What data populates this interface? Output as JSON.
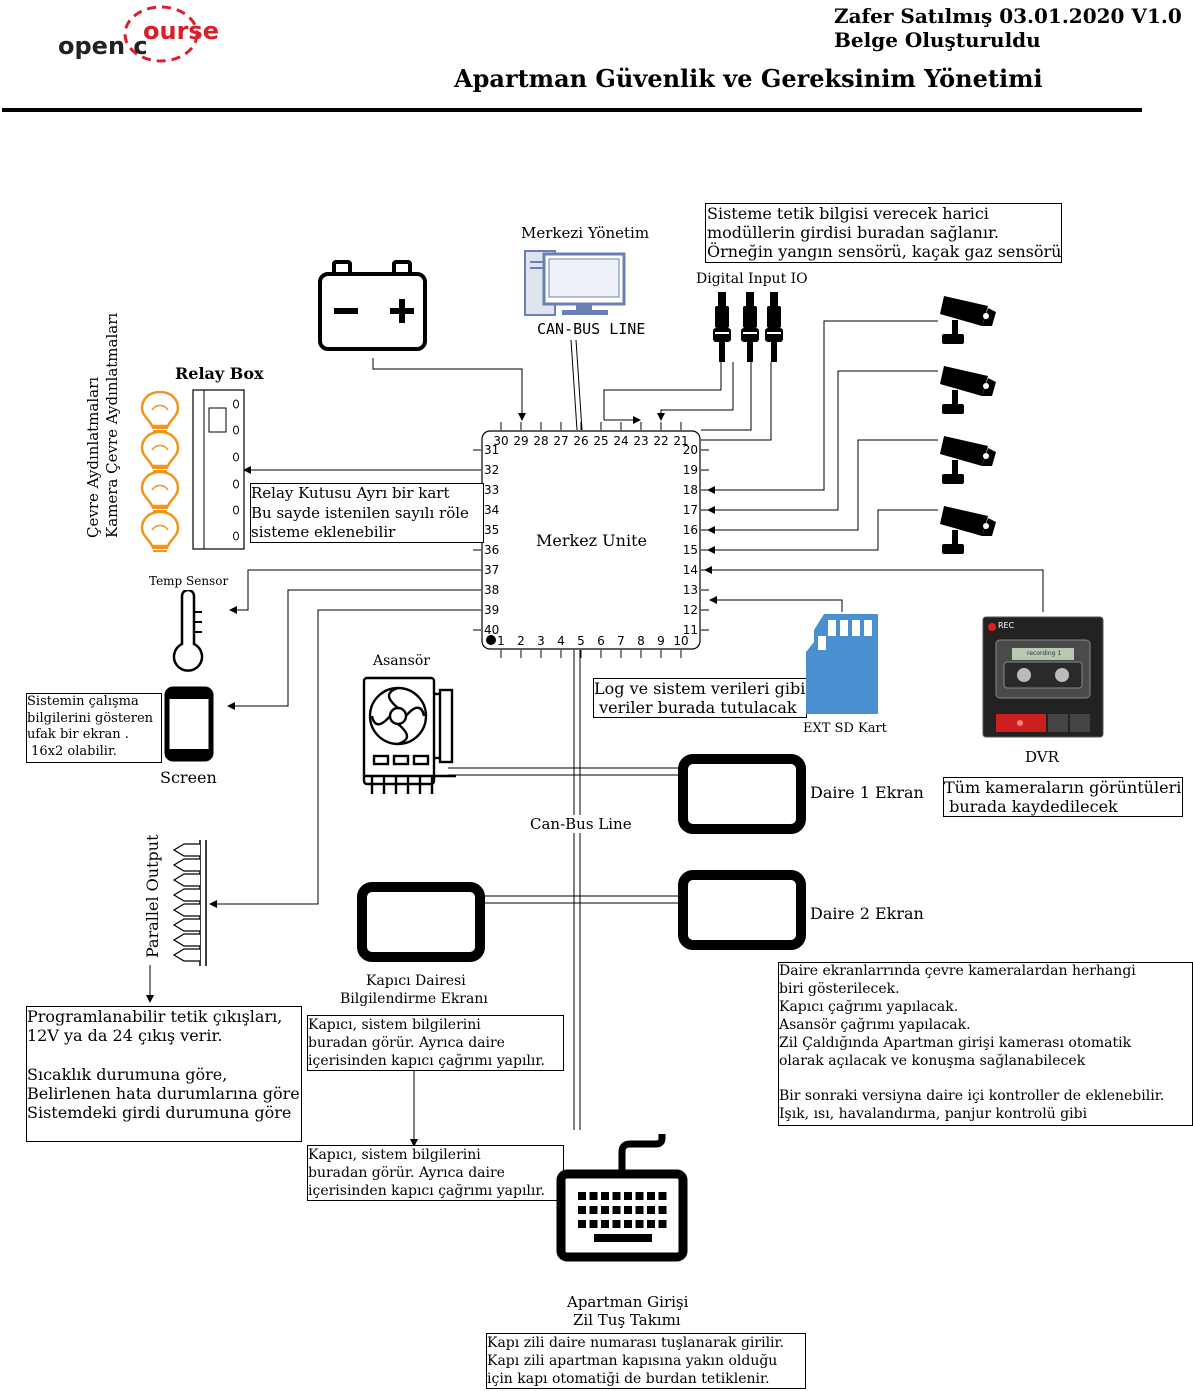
{
  "header": {
    "logo_text_1": "open c",
    "logo_text_2": "ourse",
    "author_line": "Zafer Satılmış 03.01.2020 V1.0",
    "status_line": "Belge Oluşturuldu",
    "title": "Apartman Güvenlik ve Gereksinim Yönetimi"
  },
  "labels": {
    "merkezi_yonetim": "Merkezi Yönetim",
    "canbus_line_top": "CAN-BUS LINE",
    "digital_input": "Digital Input IO",
    "relay_box": "Relay Box",
    "cevre_aydinlatmalari": "Çevre Aydınlatmaları",
    "kamera_cevre": "Kamera Çevre Aydınlatmaları",
    "temp_sensor": "Temp Sensor",
    "screen": "Screen",
    "parallel_output": "Parallel Output",
    "merkez_unite": "Merkez Unite",
    "asansor": "Asansör",
    "canbus_line_mid": "Can-Bus Line",
    "ext_sd": "EXT SD Kart",
    "dvr": "DVR",
    "daire1": "Daire 1 Ekran",
    "daire2": "Daire 2 Ekran",
    "kapici_1": "Kapıcı Dairesi",
    "kapici_2": "Bilgilendirme Ekranı",
    "apt_1": "Apartman Girişi",
    "apt_2": "Zil Tuş Takımı"
  },
  "notes": {
    "digital_input_note": "Sisteme tetik bilgisi verecek harici\nmodüllerin girdisi buradan sağlanır.\nÖrneğin yangın sensörü, kaçak gaz sensörü",
    "relay_note": "Relay Kutusu Ayrı bir kart\nBu sayde istenilen sayılı röle\nsisteme eklenebilir",
    "screen_note": "Sistemin çalışma\nbilgilerini gösteren\nufak bir ekran .\n 16x2 olabilir.",
    "log_note": "Log ve sistem verileri gibi\n veriler burada tutulacak",
    "dvr_note": "Tüm kameraların görüntüleri\n burada kaydedilecek",
    "parallel_note": "Programlanabilir tetik çıkışları,\n12V ya da 24 çıkış verir.\n\nSıcaklık durumuna göre,\nBelirlenen hata durumlarına göre\nSistemdeki girdi durumuna göre",
    "kapici_note": "Kapıcı, sistem bilgilerini\nburadan görür. Ayrıca daire\niçerisinden kapıcı çağrımı yapılır.",
    "zil_note": "Kapıcı, sistem bilgilerini\nburadan görür. Ayrıca daire\niçerisinden kapıcı çağrımı yapılır.",
    "daire_note": "Daire ekranlarrında çevre kameralardan herhangi\nbiri gösterilecek.\nKapıcı çağrımı yapılacak.\nAsansör çağrımı yapılacak.\nZil Çaldığında Apartman girişi kamerası otomatik\nolarak açılacak ve konuşma sağlanabilecek\n\nBir sonraki versiyna daire içi kontroller de eklenebilir.\nIşık, ısı, havalandırma, panjur kontrolü gibi",
    "keypad_note": "Kapı zili daire numarası tuşlanarak girilir.\nKapı zili apartman kapısına yakın olduğu\niçin kapı otomatiği de burdan tetiklenir."
  },
  "chip": {
    "top_pins": [
      "30",
      "29",
      "28",
      "27",
      "26",
      "25",
      "24",
      "23",
      "22",
      "21"
    ],
    "left_pins": [
      "31",
      "32",
      "33",
      "34",
      "35",
      "36",
      "37",
      "38",
      "39",
      "40"
    ],
    "right_pins": [
      "20",
      "19",
      "18",
      "17",
      "16",
      "15",
      "14",
      "13",
      "12",
      "11"
    ],
    "bottom_pins": [
      "1",
      "2",
      "3",
      "4",
      "5",
      "6",
      "7",
      "8",
      "9",
      "10"
    ]
  },
  "dvr_screen": {
    "rec": "REC",
    "tape_label": "recording 1"
  },
  "icons": [
    "battery-icon",
    "computer-icon",
    "rca-connector-icon",
    "cctv-camera-icon",
    "light-bulb-icon",
    "relay-box-icon",
    "thermometer-icon",
    "phone-screen-icon",
    "parallel-connector-icon",
    "elevator-board-icon",
    "sd-card-icon",
    "dvr-icon",
    "tablet-icon",
    "keyboard-icon"
  ],
  "colors": {
    "bulb": "#f0961e",
    "sd_card": "#4a8fd0",
    "logo_red": "#d9202a",
    "computer": "#6a7fb5"
  }
}
